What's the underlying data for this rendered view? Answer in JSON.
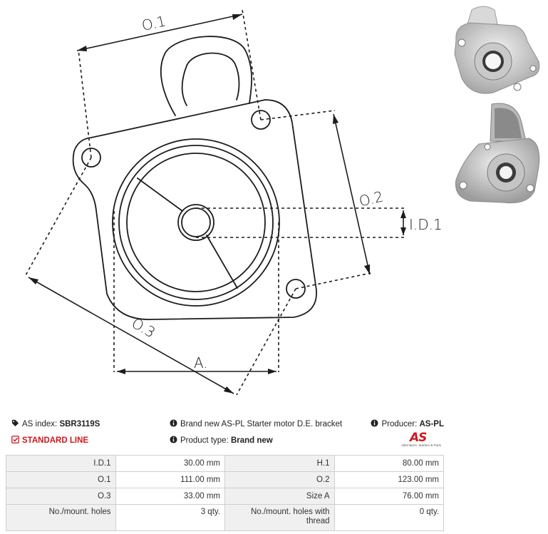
{
  "drawing": {
    "labels": {
      "o1": "O.1",
      "o2": "O.2",
      "o3": "O.3",
      "id1": "I.D.1",
      "a": "A."
    }
  },
  "photos": {
    "top": "bracket-photo-front",
    "bottom": "bracket-photo-back"
  },
  "info": {
    "index_label": "AS index:",
    "index_value": "SBR3119S",
    "description": "Brand new AS-PL Starter motor D.E. bracket",
    "producer_label": "Producer:",
    "producer_value": "AS-PL",
    "line": "STANDARD LINE",
    "type_label": "Product type:",
    "type_value": "Brand new"
  },
  "logo": {
    "mark": "AS",
    "tagline": "Alternators, Starters & Parts"
  },
  "specs": [
    {
      "l1": "I.D.1",
      "v1": "30.00 mm",
      "l2": "H.1",
      "v2": "80.00 mm"
    },
    {
      "l1": "O.1",
      "v1": "111.00 mm",
      "l2": "O.2",
      "v2": "123.00 mm"
    },
    {
      "l1": "O.3",
      "v1": "33.00 mm",
      "l2": "Size A",
      "v2": "76.00 mm"
    },
    {
      "l1": "No./mount. holes",
      "v1": "3 qty.",
      "l2": "No./mount. holes with thread",
      "v2": "0 qty."
    }
  ],
  "colors": {
    "accent": "#d0161b",
    "line": "#1c1c1c",
    "table_label_bg": "#f0f0f0",
    "table_border": "#cfcfcf"
  }
}
